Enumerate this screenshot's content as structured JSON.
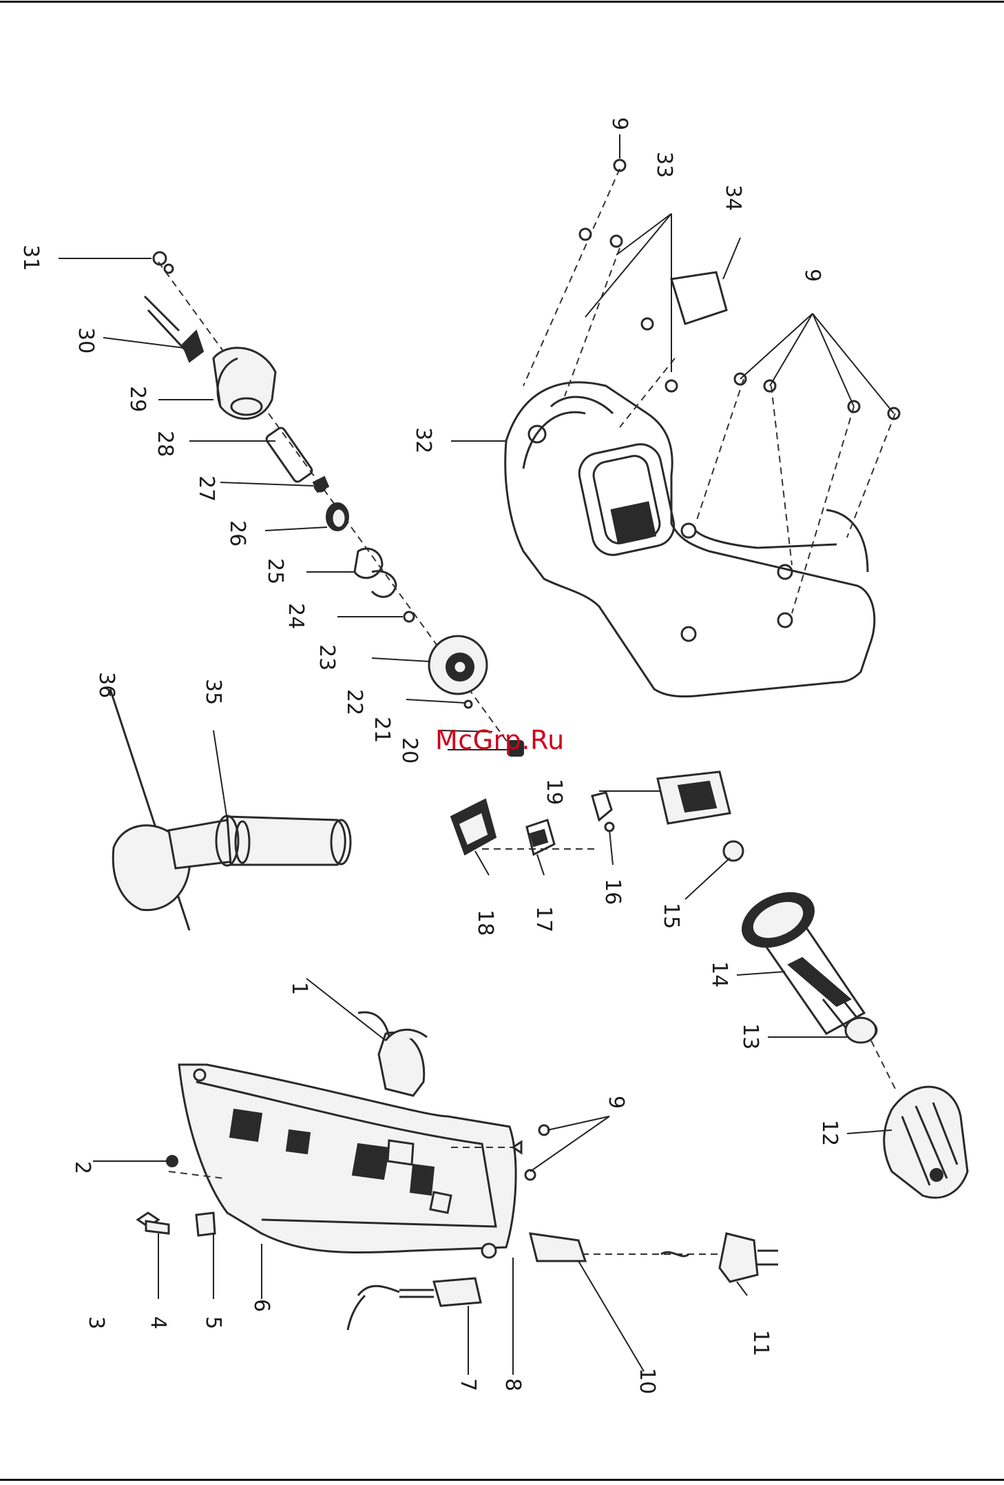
{
  "watermark": "McGrp.Ru",
  "part_numbers": [
    "1",
    "2",
    "3",
    "4",
    "5",
    "6",
    "7",
    "8",
    "9",
    "10",
    "11",
    "12",
    "13",
    "14",
    "15",
    "16",
    "17",
    "18",
    "19",
    "20",
    "21",
    "22",
    "23",
    "24",
    "25",
    "26",
    "27",
    "28",
    "29",
    "30",
    "31",
    "32",
    "33",
    "34",
    "35",
    "36"
  ]
}
